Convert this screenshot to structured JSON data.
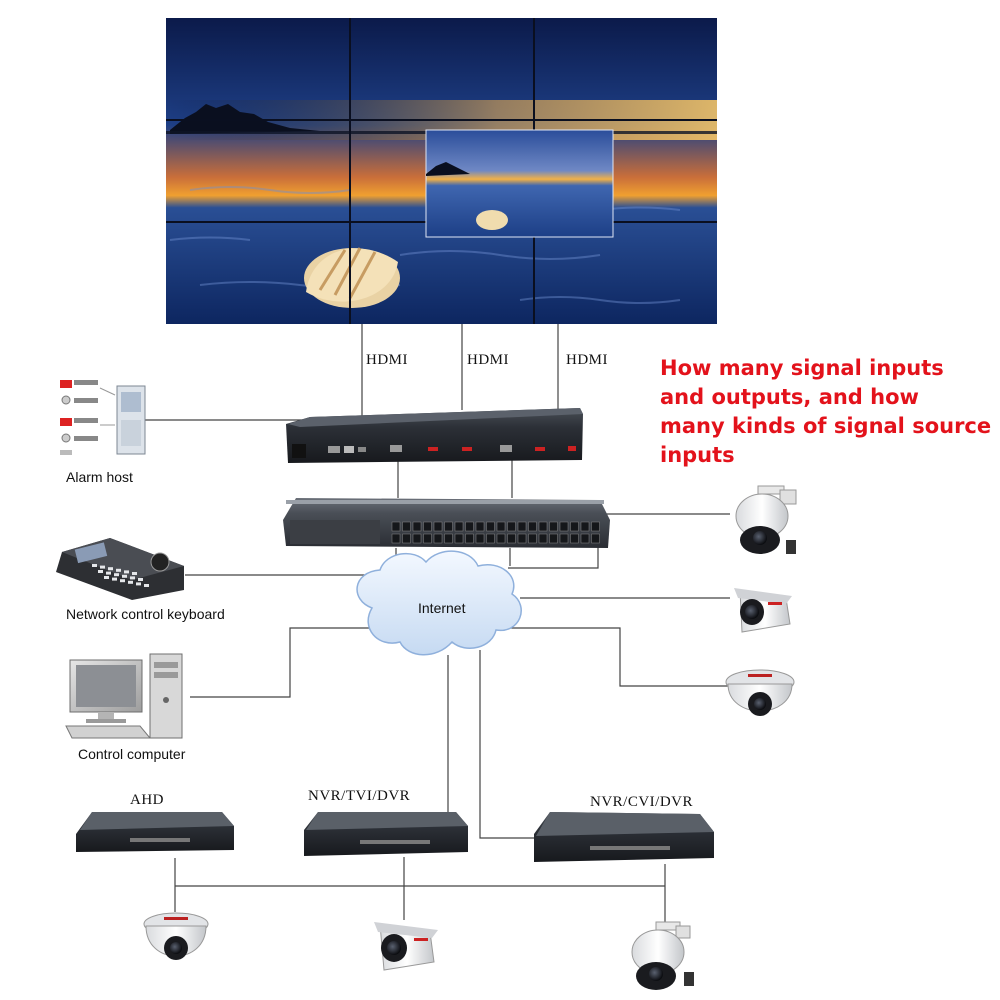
{
  "labels": {
    "hdmi_1": "HDMI",
    "hdmi_2": "HDMI",
    "hdmi_3": "HDMI",
    "alarm_host": "Alarm host",
    "network_control_keyboard": "Network control keyboard",
    "control_computer": "Control computer",
    "internet": "Internet",
    "ahd": "AHD",
    "nvr_tvi_dvr": "NVR/TVI/DVR",
    "nvr_cvi_dvr": "NVR/CVI/DVR"
  },
  "callout": {
    "line1": "How many signal inputs",
    "line2": "and outputs, and how",
    "line3": "many kinds of signal source",
    "line4": "inputs"
  },
  "colors": {
    "callout": "#e3121b",
    "lines": "#444444",
    "device_body": "#2b2f35",
    "sky_top": "#0b1a4a",
    "sunset": "#f0a030",
    "water": "#12306e",
    "cloud": "#dde9f7"
  }
}
